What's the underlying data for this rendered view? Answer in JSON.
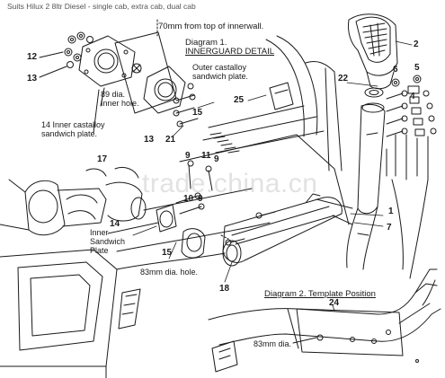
{
  "header": {
    "top_text": "Suits Hilux 2 8ltr Diesel - single cab, extra cab, dual cab",
    "measure_note": "70mm from top of innerwall."
  },
  "diagram1": {
    "title": "Diagram 1.",
    "subtitle": "INNERGUARD DETAIL",
    "outer_plate": "Outer castalloy sandwich plate.",
    "inner_plate": "14  Inner castalloy sandwich plate.",
    "inner_hole": "89 dia. Inner hole."
  },
  "diagram2": {
    "title": "Diagram 2.  Template Position",
    "hole": "83mm dia."
  },
  "labels": {
    "inner_sandwich": "Inner Sandwich Plate",
    "hole_83": "83mm dia. hole."
  },
  "watermark": "trade.china.cn",
  "part_numbers": {
    "n1": "1",
    "n2": "2",
    "n4": "4",
    "n5": "5",
    "n6": "6",
    "n7": "7",
    "n9a": "9",
    "n9b": "9",
    "n9c": "9",
    "n10": "10",
    "n11": "11",
    "n12": "12",
    "n13a": "13",
    "n13b": "13",
    "n14a": "14",
    "n15a": "15",
    "n15b": "15",
    "n17": "17",
    "n18": "18",
    "n21": "21",
    "n22": "22",
    "n24": "24",
    "n25": "25"
  }
}
